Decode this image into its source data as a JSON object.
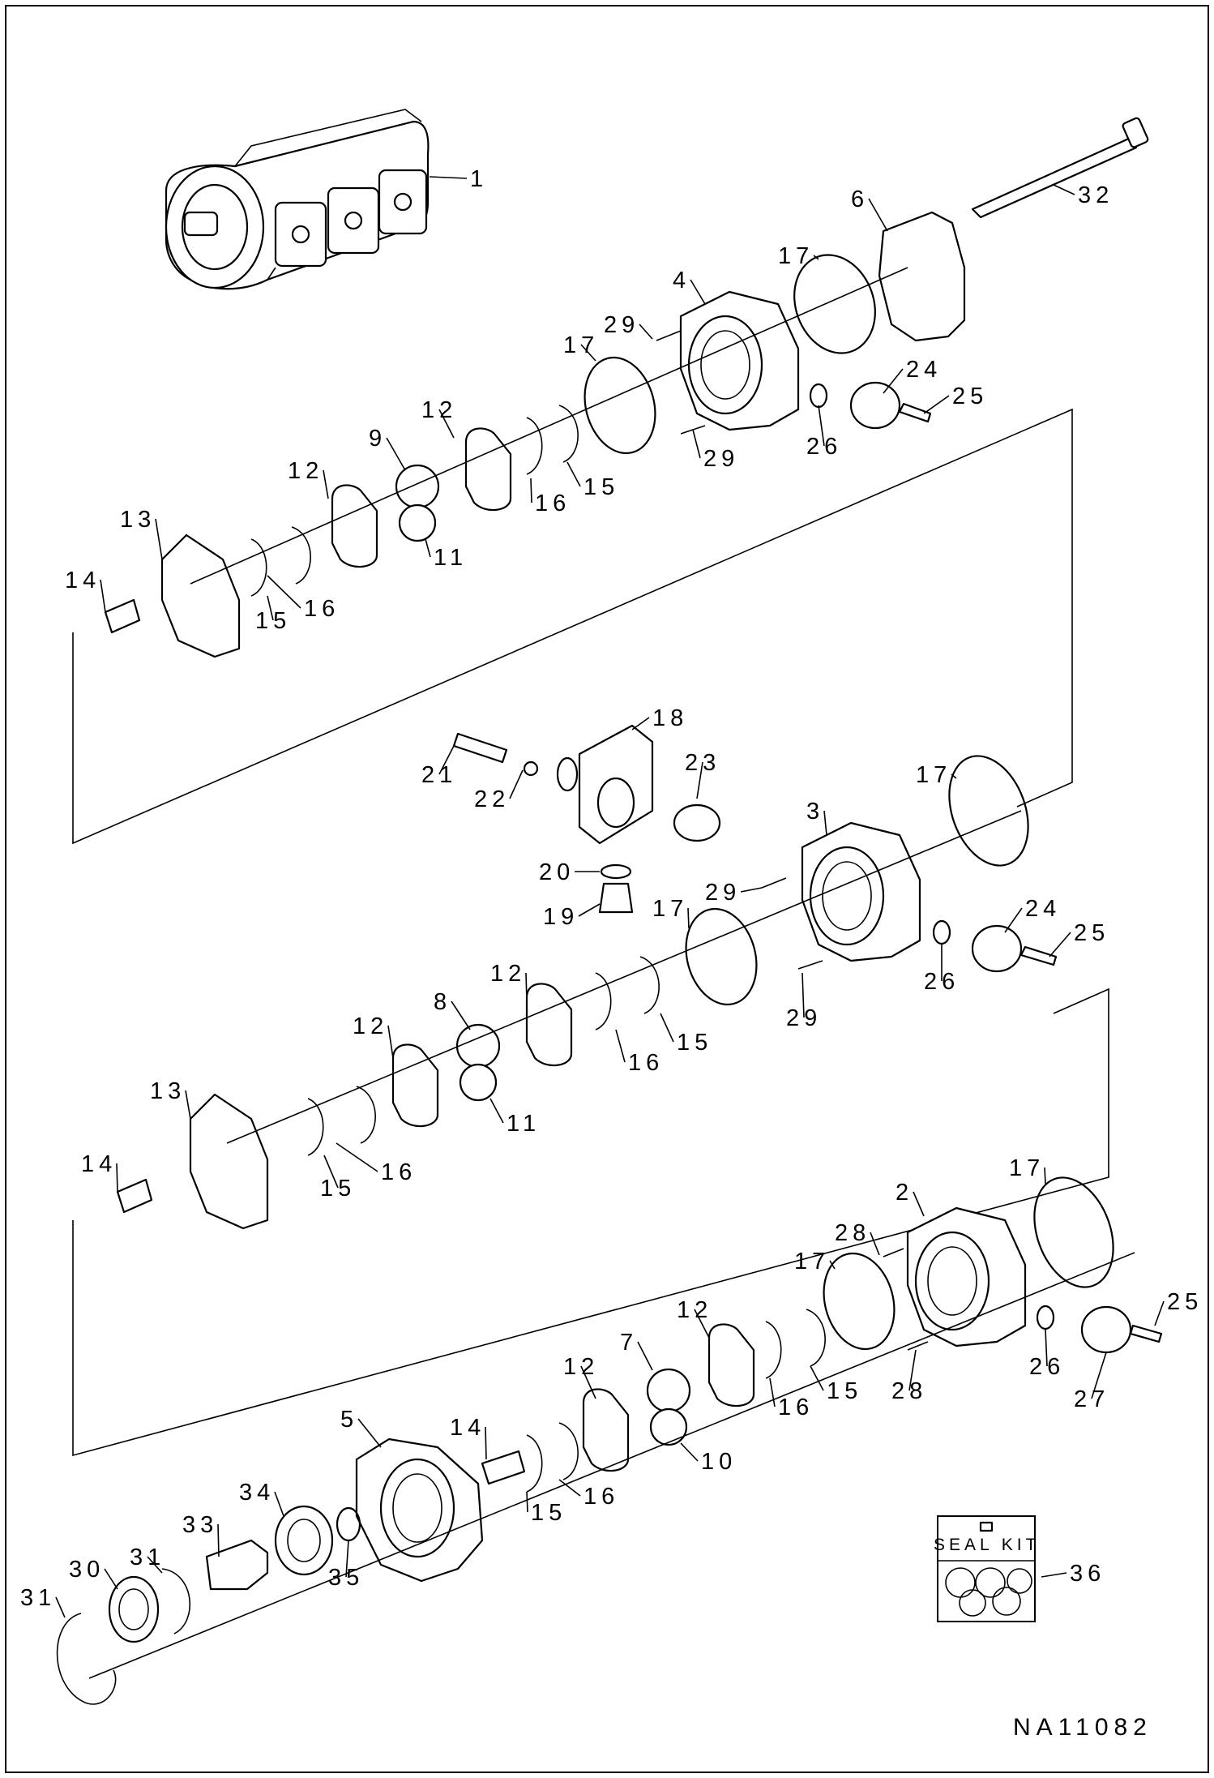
{
  "diagram": {
    "drawing_number": "NA11082",
    "seal_kit_label": "SEAL KIT",
    "part_labels": [
      {
        "id": "p1",
        "text": "1"
      },
      {
        "id": "p2",
        "text": "2"
      },
      {
        "id": "p3",
        "text": "3"
      },
      {
        "id": "p4",
        "text": "4"
      },
      {
        "id": "p5",
        "text": "5"
      },
      {
        "id": "p6",
        "text": "6"
      },
      {
        "id": "p7",
        "text": "7"
      },
      {
        "id": "p8",
        "text": "8"
      },
      {
        "id": "p9",
        "text": "9"
      },
      {
        "id": "p10",
        "text": "10"
      },
      {
        "id": "p11a",
        "text": "11"
      },
      {
        "id": "p11b",
        "text": "11"
      },
      {
        "id": "p12a",
        "text": "12"
      },
      {
        "id": "p12b",
        "text": "12"
      },
      {
        "id": "p12c",
        "text": "12"
      },
      {
        "id": "p12d",
        "text": "12"
      },
      {
        "id": "p12e",
        "text": "12"
      },
      {
        "id": "p12f",
        "text": "12"
      },
      {
        "id": "p13a",
        "text": "13"
      },
      {
        "id": "p13b",
        "text": "13"
      },
      {
        "id": "p14a",
        "text": "14"
      },
      {
        "id": "p14b",
        "text": "14"
      },
      {
        "id": "p14c",
        "text": "14"
      },
      {
        "id": "p15a",
        "text": "15"
      },
      {
        "id": "p15b",
        "text": "15"
      },
      {
        "id": "p15c",
        "text": "15"
      },
      {
        "id": "p15d",
        "text": "15"
      },
      {
        "id": "p15e",
        "text": "15"
      },
      {
        "id": "p15f",
        "text": "15"
      },
      {
        "id": "p16a",
        "text": "16"
      },
      {
        "id": "p16b",
        "text": "16"
      },
      {
        "id": "p16c",
        "text": "16"
      },
      {
        "id": "p16d",
        "text": "16"
      },
      {
        "id": "p16e",
        "text": "16"
      },
      {
        "id": "p16f",
        "text": "16"
      },
      {
        "id": "p17a",
        "text": "17"
      },
      {
        "id": "p17b",
        "text": "17"
      },
      {
        "id": "p17c",
        "text": "17"
      },
      {
        "id": "p17d",
        "text": "17"
      },
      {
        "id": "p17e",
        "text": "17"
      },
      {
        "id": "p17f",
        "text": "17"
      },
      {
        "id": "p18",
        "text": "18"
      },
      {
        "id": "p19",
        "text": "19"
      },
      {
        "id": "p20",
        "text": "20"
      },
      {
        "id": "p21",
        "text": "21"
      },
      {
        "id": "p22",
        "text": "22"
      },
      {
        "id": "p23",
        "text": "23"
      },
      {
        "id": "p24a",
        "text": "24"
      },
      {
        "id": "p24b",
        "text": "24"
      },
      {
        "id": "p25a",
        "text": "25"
      },
      {
        "id": "p25b",
        "text": "25"
      },
      {
        "id": "p25c",
        "text": "25"
      },
      {
        "id": "p26a",
        "text": "26"
      },
      {
        "id": "p26b",
        "text": "26"
      },
      {
        "id": "p26c",
        "text": "26"
      },
      {
        "id": "p27",
        "text": "27"
      },
      {
        "id": "p28a",
        "text": "28"
      },
      {
        "id": "p28b",
        "text": "28"
      },
      {
        "id": "p29a",
        "text": "29"
      },
      {
        "id": "p29b",
        "text": "29"
      },
      {
        "id": "p29c",
        "text": "29"
      },
      {
        "id": "p29d",
        "text": "29"
      },
      {
        "id": "p30",
        "text": "30"
      },
      {
        "id": "p31a",
        "text": "31"
      },
      {
        "id": "p31b",
        "text": "31"
      },
      {
        "id": "p32",
        "text": "32"
      },
      {
        "id": "p33",
        "text": "33"
      },
      {
        "id": "p34",
        "text": "34"
      },
      {
        "id": "p35",
        "text": "35"
      },
      {
        "id": "p36",
        "text": "36"
      }
    ]
  }
}
